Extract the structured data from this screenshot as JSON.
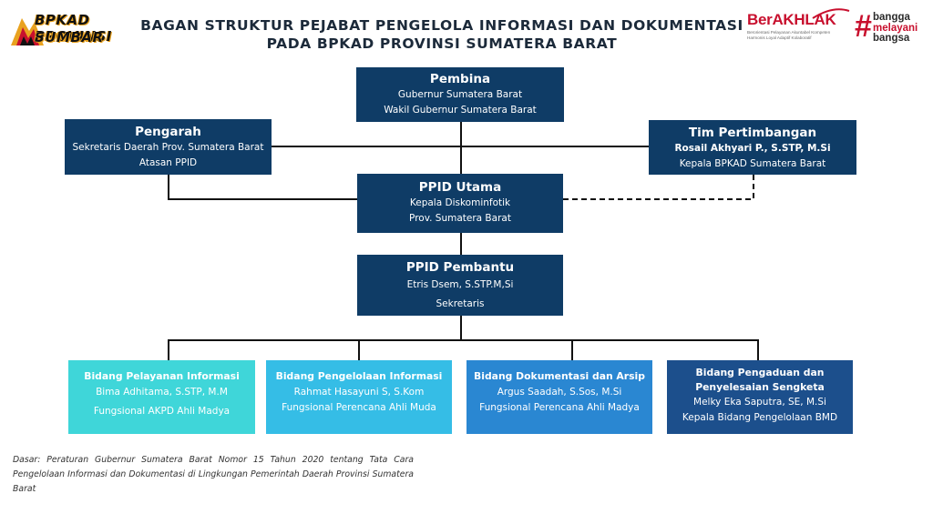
{
  "header": {
    "title_line1": "BAGAN STRUKTUR PEJABAT PENGELOLA INFORMASI DAN DOKUMENTASI",
    "title_line2": "PADA BPKAD PROVINSI SUMATERA BARAT"
  },
  "logos": {
    "left_line1": "BPKAD PROVINSI",
    "left_line2": "SUMBAR",
    "berakhlak": "BerAKHLAK",
    "berakhlak_tag1": "Berorientasi Pelayanan Akuntabel Kompeten",
    "berakhlak_tag2": "Harmonis Loyal Adaptif Kolaboratif",
    "bangga_hash": "#",
    "bangga_1": "bangga",
    "bangga_2": "melayani",
    "bangga_3": "bangsa"
  },
  "chart": {
    "pembina": {
      "title": "Pembina",
      "line1": "Gubernur Sumatera Barat",
      "line2": "Wakil Gubernur Sumatera Barat"
    },
    "pengarah": {
      "title": "Pengarah",
      "line1": "Sekretaris Daerah Prov. Sumatera Barat",
      "line2": "Atasan PPID"
    },
    "tim_pertimbangan": {
      "title": "Tim Pertimbangan",
      "line1": "Rosail Akhyari P., S.STP, M.Si",
      "line2": "Kepala BPKAD  Sumatera Barat"
    },
    "ppid_utama": {
      "title": "PPID Utama",
      "line1": "Kepala Diskominfotik",
      "line2": "Prov. Sumatera Barat"
    },
    "ppid_pembantu": {
      "title": "PPID Pembantu",
      "line1": "Etris Dsem, S.STP.M,Si",
      "line2": "Sekretaris"
    },
    "bidang": [
      {
        "title": "Bidang Pelayanan Informasi",
        "name": "Bima Adhitama, S.STP, M.M",
        "role": "Fungsional AKPD Ahli Madya",
        "color": "#3fd6d9"
      },
      {
        "title": "Bidang Pengelolaan Informasi",
        "name": "Rahmat Hasayuni S, S.Kom",
        "role": "Fungsional Perencana Ahli Muda",
        "color": "#35bde6"
      },
      {
        "title": "Bidang Dokumentasi dan Arsip",
        "name": "Argus Saadah, S.Sos, M.Si",
        "role": "Fungsional Perencana Ahli Madya",
        "color": "#2a87d2"
      },
      {
        "title_line1": "Bidang Pengaduan dan",
        "title_line2": "Penyelesaian Sengketa",
        "name": "Melky Eka Saputra, SE, M.Si",
        "role": "Kepala Bidang Pengelolaan BMD",
        "color": "#1c4f8c"
      }
    ],
    "box_color": "#0f3c66"
  },
  "footnote": "Dasar: Peraturan Gubernur Sumatera Barat Nomor 15 Tahun 2020 tentang Tata Cara Pengelolaan Informasi dan Dokumentasi di Lingkungan Pemerintah Daerah Provinsi Sumatera Barat"
}
